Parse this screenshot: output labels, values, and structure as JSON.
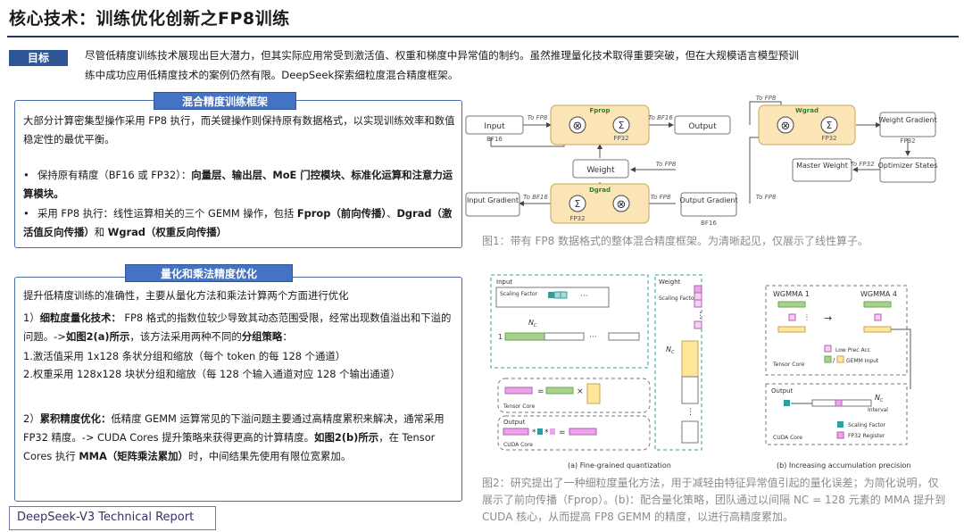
{
  "title": "核心技术：训练优化创新之FP8训练",
  "goal": {
    "tag": "目标",
    "line1": "尽管低精度训练技术展现出巨大潜力，但其实际应用常受到激活值、权重和梯度中异常值的制约。虽然推理量化技术取得重要突破，但在大规模语言模型预训",
    "line2": "练中成功应用低精度技术的案例仍然有限。DeepSeek探索细粒度混合精度框架。"
  },
  "panel1": {
    "tag": "混合精度训练框架",
    "intro": "大部分计算密集型操作采用 FP8 执行，而关键操作则保持原有数据格式，以实现训练效率和数值稳定性的最优平衡。",
    "b1_pre": "保持原有精度（BF16 或 FP32）：",
    "b1_bold": "向量层、输出层、MoE 门控模块、标准化运算和注意力运算模块。",
    "b2_pre": "采用 FP8 执行：线性运算相关的三个 GEMM 操作，包括 ",
    "b2_f": "Fprop（前向传播）",
    "b2_d": "Dgrad（激活值反向传播）",
    "b2_and": "和 ",
    "b2_w": "Wgrad（权重反向传播）",
    "bullet": "•"
  },
  "panel2": {
    "tag": "量化和乘法精度优化",
    "intro": "提升低精度训练的准确性，主要从量化方法和乘法计算两个方面进行优化",
    "s1_num": "1）",
    "s1_head": "细粒度量化技术：",
    "s1_text": " FP8 格式的指数位较少导致其动态范围受限，经常出现数值溢出和下溢的问题。->",
    "s1_ref": "如图2(a)所示",
    "s1_text2": "，该方法采用两种不同的",
    "s1_strat": "分组策略",
    "s1_colon": "：",
    "s1_l1": "1.激活值采用 1x128 条状分组和缩放（每个 token 的每 128 个通道）",
    "s1_l2": "2.权重采用 128x128 块状分组和缩放（每 128 个输入通道对应 128 个输出通道）",
    "s2_num": "2）",
    "s2_head": "累积精度优化：",
    "s2_text": "低精度 GEMM 运算常见的下溢问题主要通过高精度累积来解决，通常采用 FP32 精度。-> CUDA Cores 提升策略来获得更高的计算精度。",
    "s2_ref": "如图2(b)所示",
    "s2_text2": "，在 Tensor Cores 执行 ",
    "s2_mma": "MMA（矩阵乘法累加）",
    "s2_text3": "时，中间结果先使用有限位宽累加。"
  },
  "footer": "DeepSeek-V3 Technical Report",
  "fig1": {
    "caption": "图1：带有 FP8 数据格式的整体混合精度框架。为清晰起见，仅展示了线性算子。",
    "input": "Input",
    "bf16": "BF16",
    "to_fp8": "To FP8",
    "fprop": "Fprop",
    "fp32": "FP32",
    "to_bf16": "To BF16",
    "output": "Output",
    "wgrad": "Wgrad",
    "weight_gradient": "Weight Gradient",
    "weight": "Weight",
    "master_weight": "Master Weight",
    "to_fp32": "To FP32",
    "optimizer_states": "Optimizer States",
    "input_gradient": "Input Gradient",
    "dgrad": "Dgrad",
    "output_gradient": "Output Gradient",
    "sigma": "Σ",
    "times": "⊗"
  },
  "fig2": {
    "caption": "图2：研究提出了一种细粒度量化方法，用于减轻由特征异常值引起的量化误差；为简化说明，仅展示了前向传播（Fprop）。(b)：配合量化策略，团队通过以间隔 NC = 128 元素的 MMA 提升到 CUDA 核心，从而提高 FP8 GEMM 的精度，以进行高精度累加。",
    "input": "Input",
    "scaling_factor": "Scaling Factor",
    "weight": "Weight",
    "nc": "N",
    "nc_sub": "C",
    "one": "1",
    "tensor_core": "Tensor Core",
    "output": "Output",
    "cuda_core": "CUDA Core",
    "label_a": "(a) Fine-grained quantization",
    "label_b": "(b) Increasing accumulation precision",
    "wgmma1": "WGMMA 1",
    "wgmma4": "WGMMA 4",
    "low_prec_acc": "Low Prec Acc",
    "gemm_input": "GEMM Input",
    "interval": "Interval",
    "fp32_register": "FP32 Register",
    "ellipsis": "···",
    "vdots": "⋮",
    "eq": "=",
    "times": "×",
    "star": "*",
    "slash": "/"
  },
  "colors": {
    "navy": "#203864",
    "accent": "#4472c4",
    "tag": "#2f5597",
    "fp8_box": "#fbe5b6",
    "teal": "#2f9e9e",
    "pink": "#e9a5e9",
    "green": "#a9d18e",
    "yellow": "#ffe699"
  }
}
